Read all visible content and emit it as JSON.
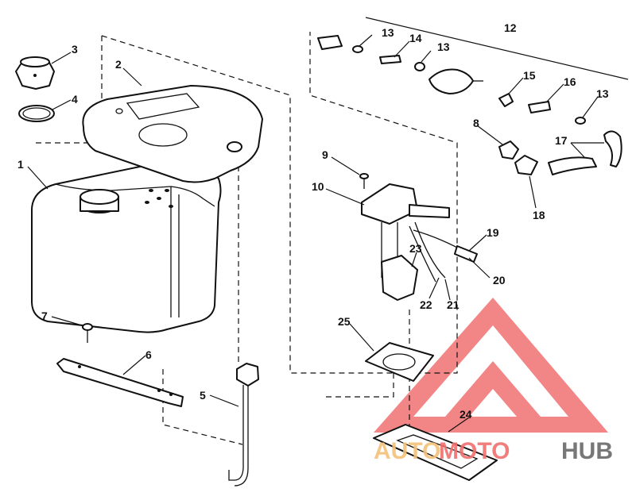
{
  "callouts": {
    "c1": "1",
    "c2": "2",
    "c3": "3",
    "c4": "4",
    "c5": "5",
    "c6": "6",
    "c7": "7",
    "c8": "8",
    "c9": "9",
    "c10": "10",
    "c12": "12",
    "c13a": "13",
    "c13b": "13",
    "c13c": "13",
    "c14": "14",
    "c15": "15",
    "c16": "16",
    "c17": "17",
    "c18": "18",
    "c19": "19",
    "c20": "20",
    "c21": "21",
    "c22": "22",
    "c23": "23",
    "c24": "24",
    "c25": "25"
  },
  "watermark": {
    "part1": "AUTO",
    "part2": "MOTO",
    "part3": "HUB",
    "color_red": "#f07070",
    "color_orange": "#f5c27a",
    "color_gray": "#777777"
  }
}
